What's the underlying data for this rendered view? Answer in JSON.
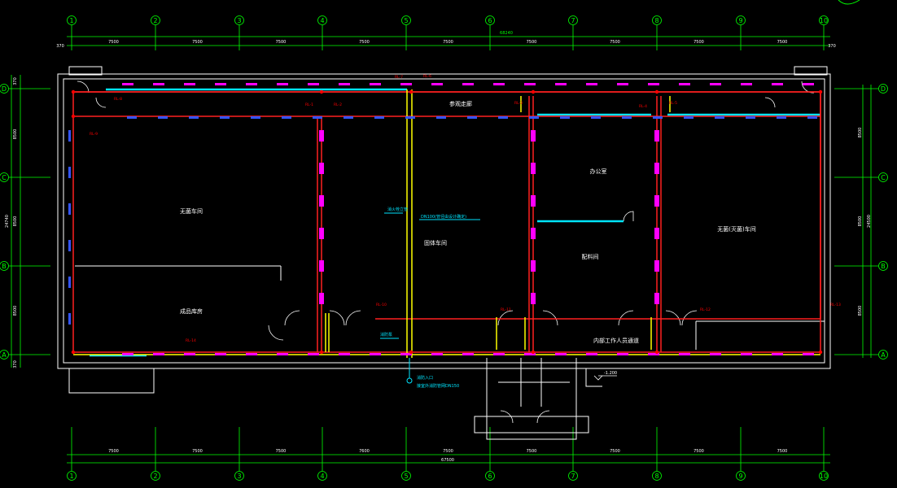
{
  "drawing": {
    "colors": {
      "background": "#000000",
      "dimension": "#00ff00",
      "wall": "#ffffff",
      "pipe": "#ff0000",
      "yellow_pipe": "#ffff00",
      "cyan": "#00e5ff",
      "magenta": "#ff00ff",
      "blue": "#3355ff"
    },
    "top_axes": [
      "1",
      "2",
      "3",
      "4",
      "5",
      "6",
      "7",
      "8",
      "9",
      "10"
    ],
    "bottom_axes": [
      "1",
      "2",
      "3",
      "4",
      "5",
      "6",
      "7",
      "8",
      "9",
      "10"
    ],
    "left_axes": [
      "D",
      "C",
      "B",
      "A"
    ],
    "right_axes": [
      "D",
      "C",
      "B",
      "A"
    ],
    "top_total": "68240",
    "bottom_total": "67500",
    "top_edge_left": "370",
    "top_edge_right": "370",
    "top_spans": [
      "7500",
      "7500",
      "7500",
      "7500",
      "7500",
      "7500",
      "7500",
      "7500",
      "7500"
    ],
    "bottom_spans": [
      "7500",
      "7500",
      "7500",
      "7600",
      "7500",
      "7500",
      "7500",
      "7500",
      "7500"
    ],
    "left_dims": [
      "370",
      "8500",
      "24740",
      "8500",
      "8500",
      "370"
    ],
    "right_dims": [
      "8500",
      "24500",
      "8500",
      "8500"
    ],
    "level_mark": "-1.200",
    "rooms": {
      "r1": "无菌车间",
      "r2": "成品库房",
      "r3": "固体车间",
      "r4": "参观走廊",
      "r5": "办公室",
      "r6": "配料间",
      "r7": "无菌(灭菌)车间",
      "r8": "内部工作人员通道"
    },
    "pipe_tags": [
      "RL-1",
      "RL-2",
      "RL-3",
      "RL-4",
      "RL-5",
      "RL-6",
      "RL-7",
      "RL-8",
      "RL-9",
      "RL-10",
      "RL-11",
      "RL-12",
      "RL-13",
      "RL-14"
    ],
    "notes": {
      "riser": "消火栓立管",
      "riser_detail": "DN100(管径由设计确定)",
      "entry": "消防入口",
      "entry_detail": "接室外消防管网DN150",
      "pump": "消防泵"
    }
  }
}
